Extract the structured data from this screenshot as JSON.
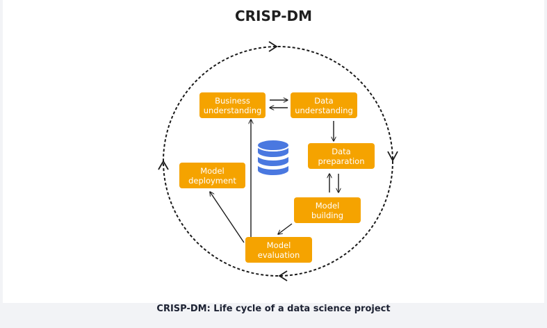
{
  "diagram": {
    "title": "CRISP-DM",
    "steps": {
      "business_understanding": "Business\nunderstanding",
      "data_understanding": "Data\nunderstanding",
      "data_preparation": "Data\npreparation",
      "model_building": "Model\nbuilding",
      "model_evaluation": "Model\nevaluation",
      "model_deployment": "Model\ndeployment"
    },
    "icons": {
      "center": "database-icon"
    },
    "colors": {
      "step_fill": "#f5a300",
      "step_text": "#ffffff",
      "database_icon": "#4a78e0",
      "arrows": "#1a1a1a"
    }
  },
  "caption": "CRISP-DM: Life cycle of a data science project"
}
